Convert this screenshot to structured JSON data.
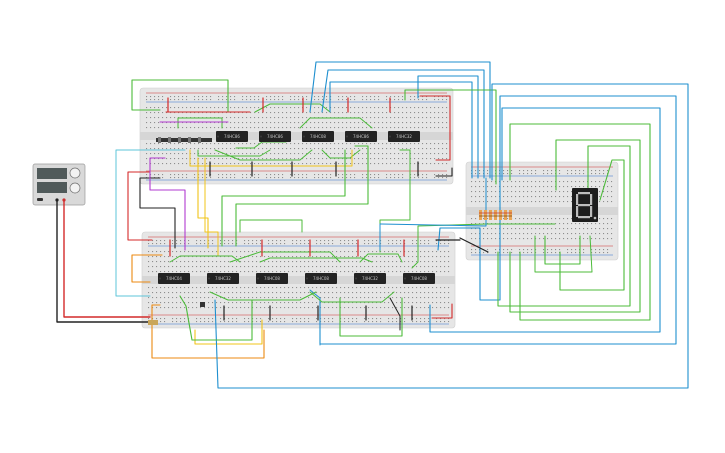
{
  "colors": {
    "background": "#ffffff",
    "breadboard": "#e6e6e6",
    "breadboard_strip": "#d6d6d6",
    "hole": "#8e8e8e",
    "rail_red": "#d0312d",
    "rail_blue": "#2f6fd0",
    "chip": "#232323",
    "psu_body": "#d9d9d9",
    "psu_screen": "#505a5a",
    "wire_green": "#4cbb3a",
    "wire_blue": "#1e8fcf",
    "wire_red": "#d42a2a",
    "wire_black": "#222222",
    "wire_yellow": "#f0c419",
    "wire_orange": "#ec8a12",
    "wire_purple": "#b23bd0",
    "wire_cyan": "#5ec4d8",
    "wire_gray": "#8a8a8a",
    "segment_display": "#1d1d1d",
    "segment_off": "#444444",
    "segment_on": "#bdbdbd"
  },
  "icons": {
    "power_supply": "dc-power-supply-icon",
    "display": "seven-segment-display-icon"
  },
  "boards": {
    "top": {
      "chips": [
        {
          "label": "74HC86"
        },
        {
          "label": "74HC86"
        },
        {
          "label": "74HC08"
        },
        {
          "label": "74HC86"
        },
        {
          "label": "74HC32"
        }
      ]
    },
    "bottom": {
      "chips": [
        {
          "label": "74HC04"
        },
        {
          "label": "74HC32"
        },
        {
          "label": "74HC08"
        },
        {
          "label": "74HC08"
        },
        {
          "label": "74HC32"
        },
        {
          "label": "74HC08"
        }
      ]
    },
    "display": {
      "segment_digit": "8."
    }
  }
}
